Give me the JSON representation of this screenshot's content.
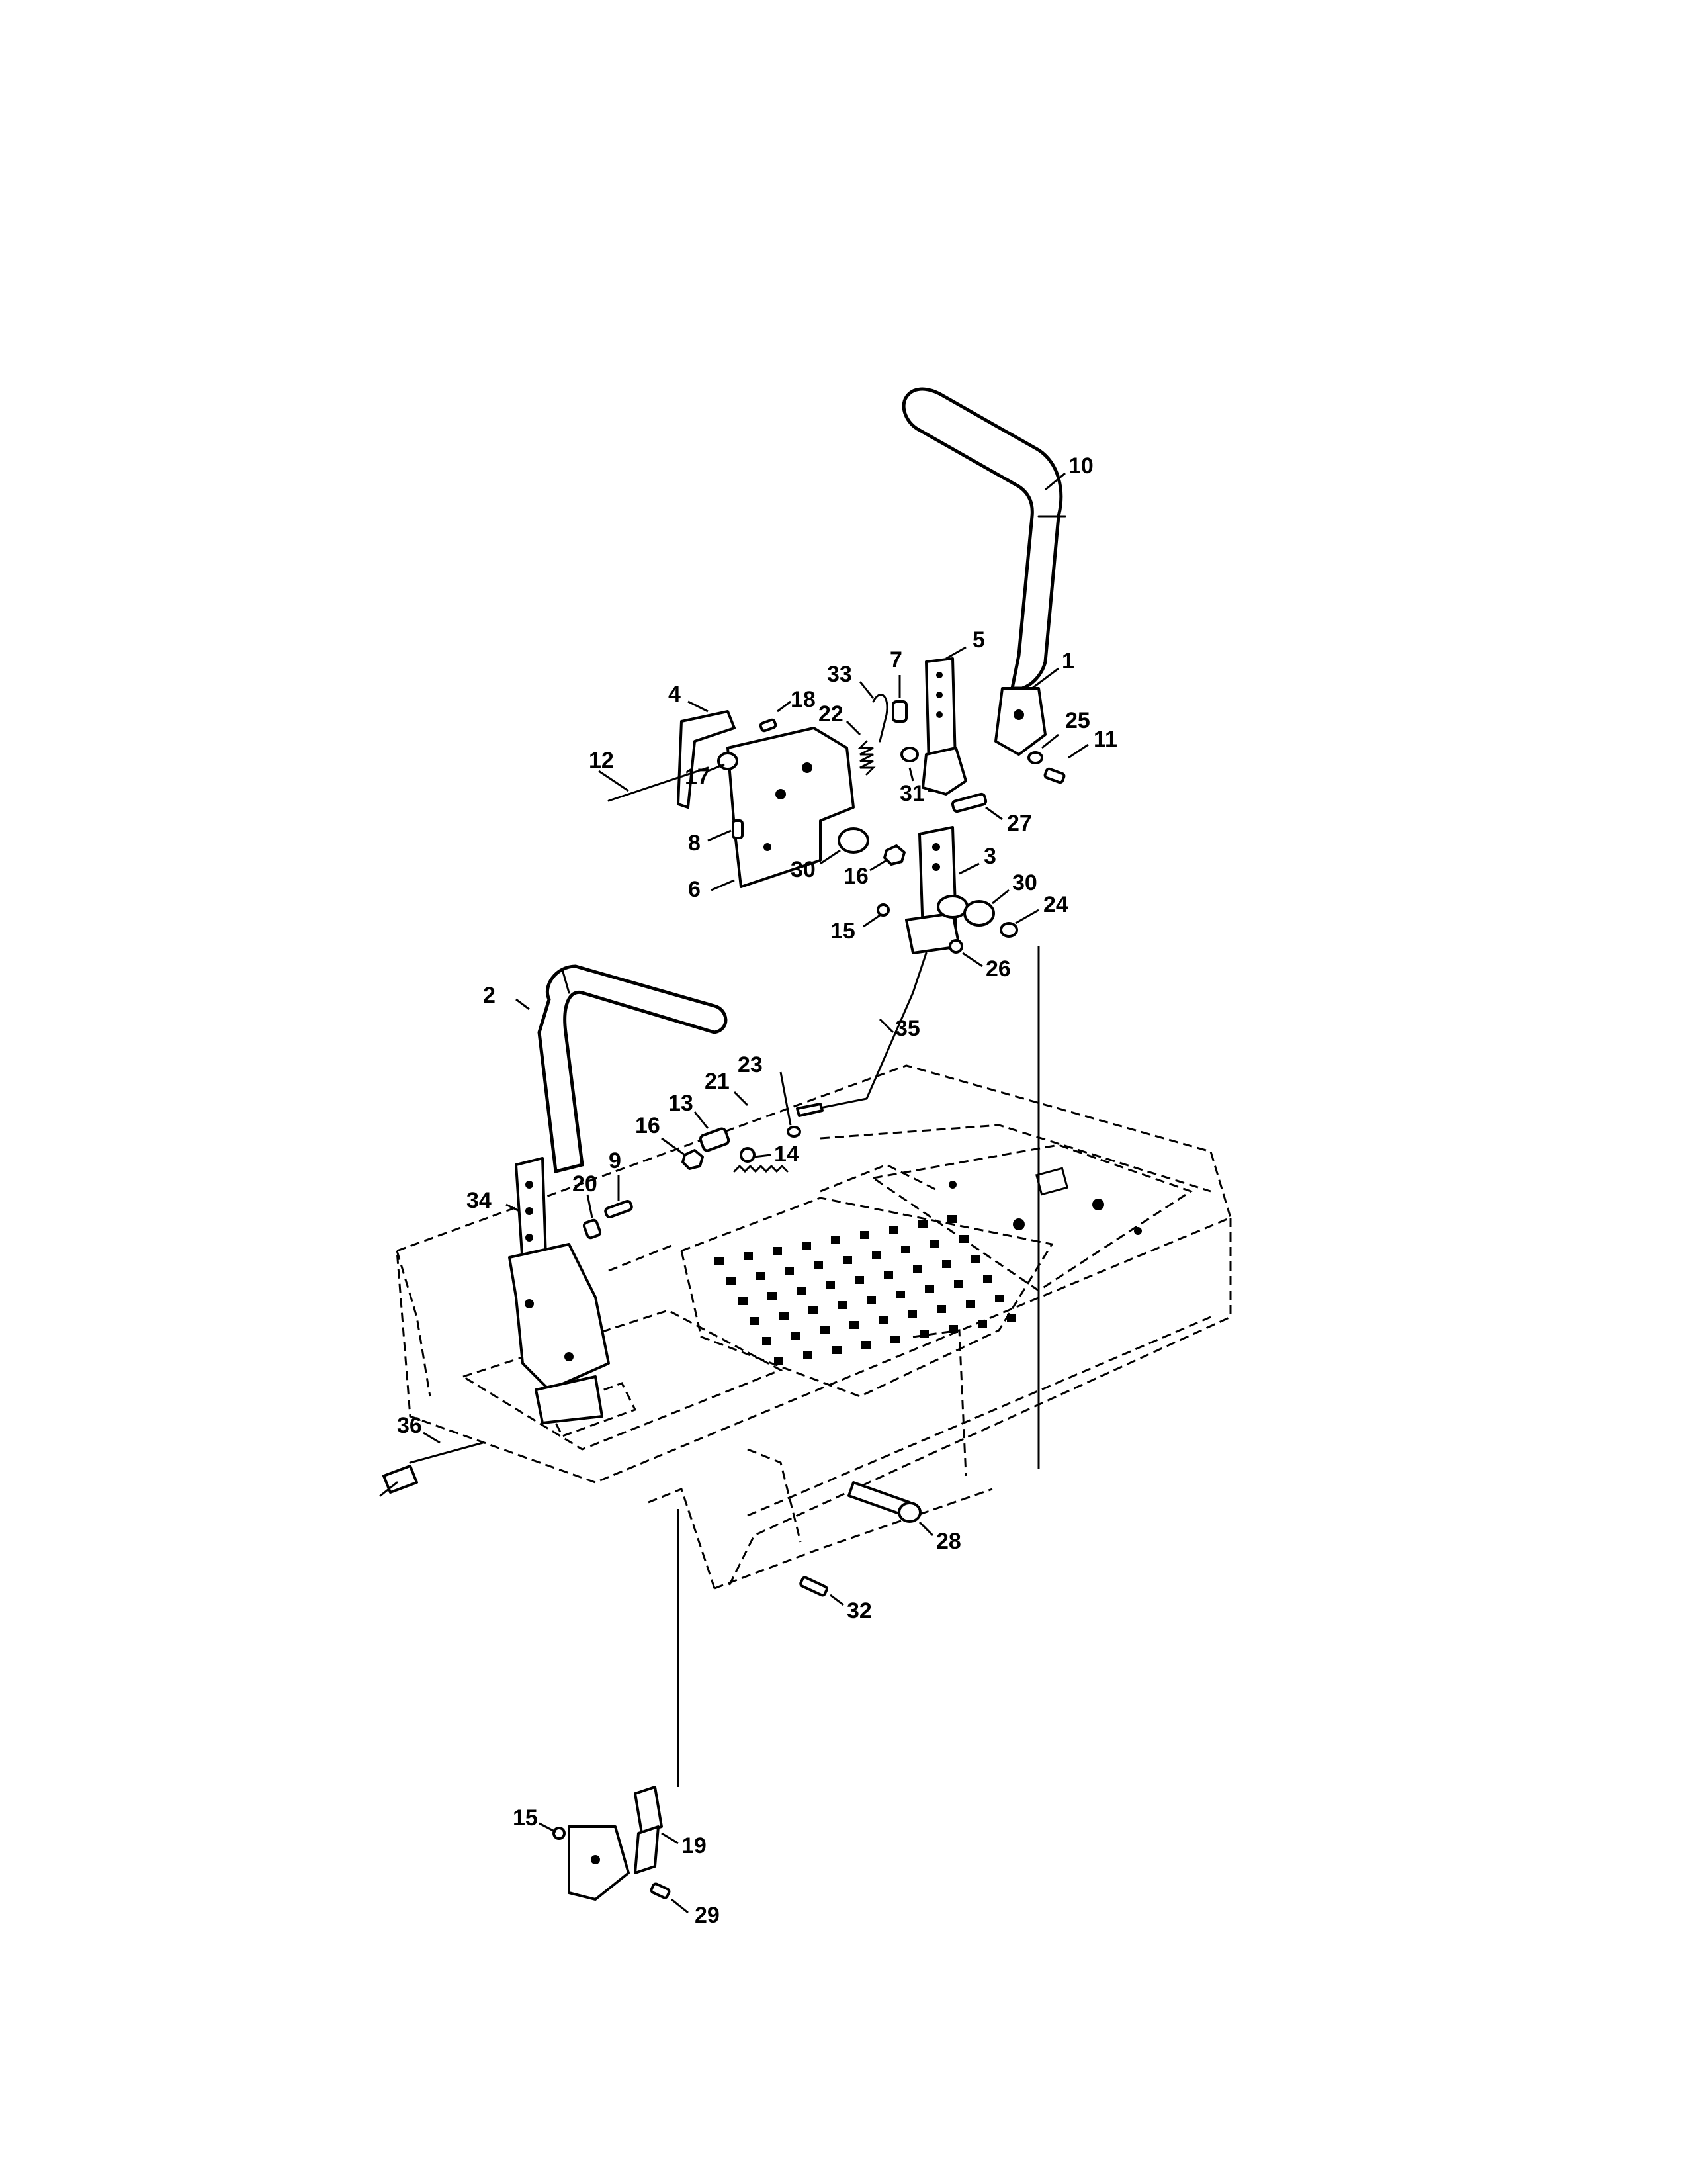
{
  "diagram": {
    "type": "exploded-parts-diagram",
    "callouts": [
      {
        "id": "c1",
        "label": "1"
      },
      {
        "id": "c2",
        "label": "2"
      },
      {
        "id": "c3",
        "label": "3"
      },
      {
        "id": "c4",
        "label": "4"
      },
      {
        "id": "c5",
        "label": "5"
      },
      {
        "id": "c6",
        "label": "6"
      },
      {
        "id": "c7",
        "label": "7"
      },
      {
        "id": "c8",
        "label": "8"
      },
      {
        "id": "c9",
        "label": "9"
      },
      {
        "id": "c10",
        "label": "10"
      },
      {
        "id": "c11",
        "label": "11"
      },
      {
        "id": "c12",
        "label": "12"
      },
      {
        "id": "c13",
        "label": "13"
      },
      {
        "id": "c14",
        "label": "14"
      },
      {
        "id": "c15a",
        "label": "15"
      },
      {
        "id": "c15b",
        "label": "15"
      },
      {
        "id": "c16a",
        "label": "16"
      },
      {
        "id": "c16b",
        "label": "16"
      },
      {
        "id": "c17",
        "label": "17"
      },
      {
        "id": "c18",
        "label": "18"
      },
      {
        "id": "c19",
        "label": "19"
      },
      {
        "id": "c20",
        "label": "20"
      },
      {
        "id": "c21",
        "label": "21"
      },
      {
        "id": "c22",
        "label": "22"
      },
      {
        "id": "c23",
        "label": "23"
      },
      {
        "id": "c24",
        "label": "24"
      },
      {
        "id": "c25",
        "label": "25"
      },
      {
        "id": "c26",
        "label": "26"
      },
      {
        "id": "c27",
        "label": "27"
      },
      {
        "id": "c28",
        "label": "28"
      },
      {
        "id": "c29",
        "label": "29"
      },
      {
        "id": "c30a",
        "label": "30"
      },
      {
        "id": "c30b",
        "label": "30"
      },
      {
        "id": "c31",
        "label": "31"
      },
      {
        "id": "c32",
        "label": "32"
      },
      {
        "id": "c33",
        "label": "33"
      },
      {
        "id": "c34",
        "label": "34"
      },
      {
        "id": "c35",
        "label": "35"
      },
      {
        "id": "c36",
        "label": "36"
      }
    ]
  }
}
